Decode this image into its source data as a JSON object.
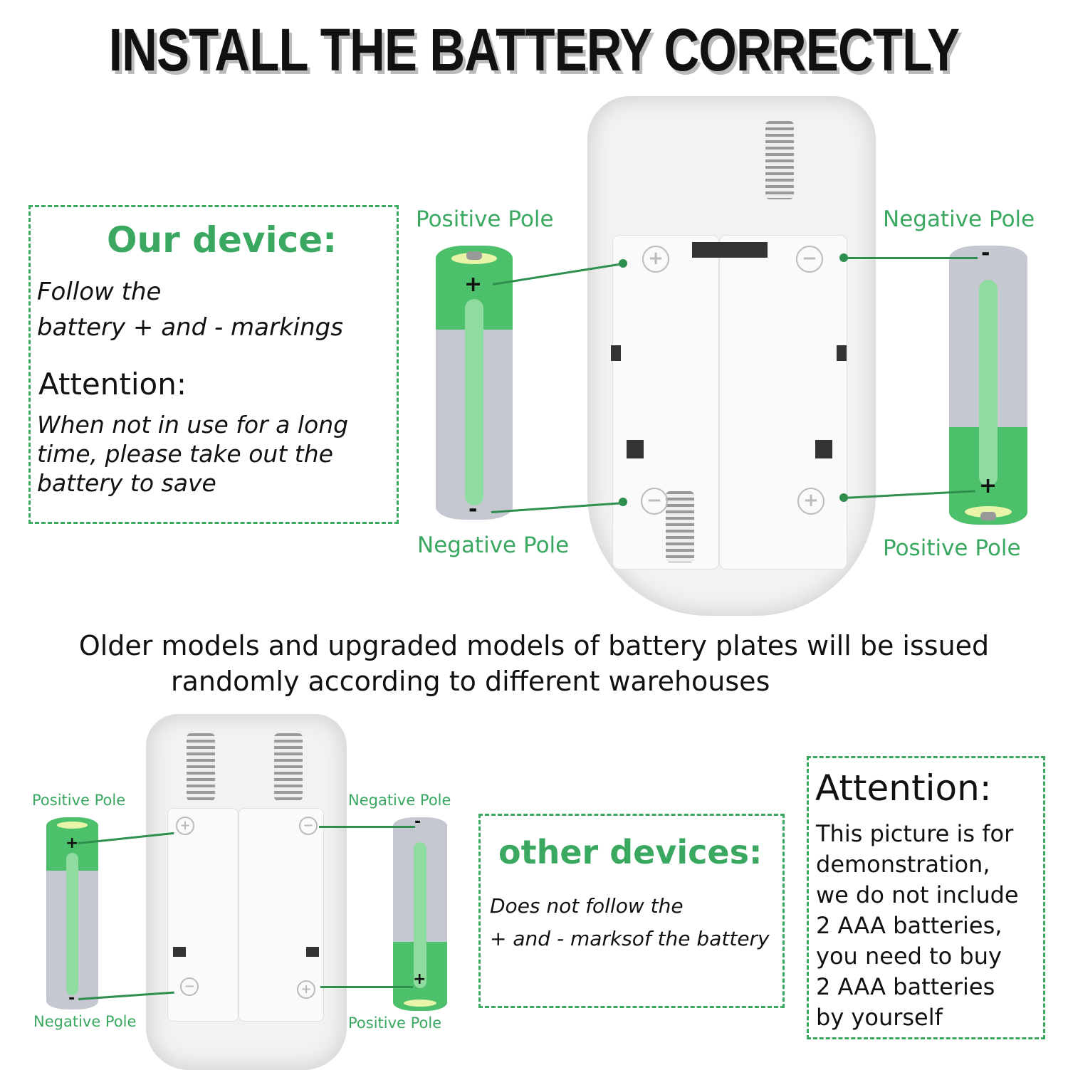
{
  "title": "INSTALL THE BATTERY CORRECTLY",
  "our_device": {
    "heading": "Our device:",
    "line1": "Follow the",
    "line2": "battery + and - markings",
    "attention": "Attention:",
    "note1": "When not in use for a long",
    "note2": "time, please take out the",
    "note3": "battery to save"
  },
  "labels": {
    "positive": "Positive Pole",
    "negative": "Negative Pole",
    "plus": "+",
    "minus": "-"
  },
  "notice": {
    "line1": "Older models and upgraded models of battery plates will be issued",
    "line2": "randomly according to different warehouses"
  },
  "other_devices": {
    "heading": "other devices:",
    "line1": "Does not follow the",
    "line2": "+ and - marksof the battery"
  },
  "attention_box": {
    "heading": "Attention:",
    "lines": [
      "This picture is for",
      "demonstration,",
      "we do not include",
      "2 AAA batteries,",
      "you need to buy",
      "2 AAA batteries",
      "by yourself"
    ]
  },
  "colors": {
    "accent": "#3aa860",
    "battery_green": "#4cc06a",
    "battery_gray": "#c5c8d0"
  }
}
